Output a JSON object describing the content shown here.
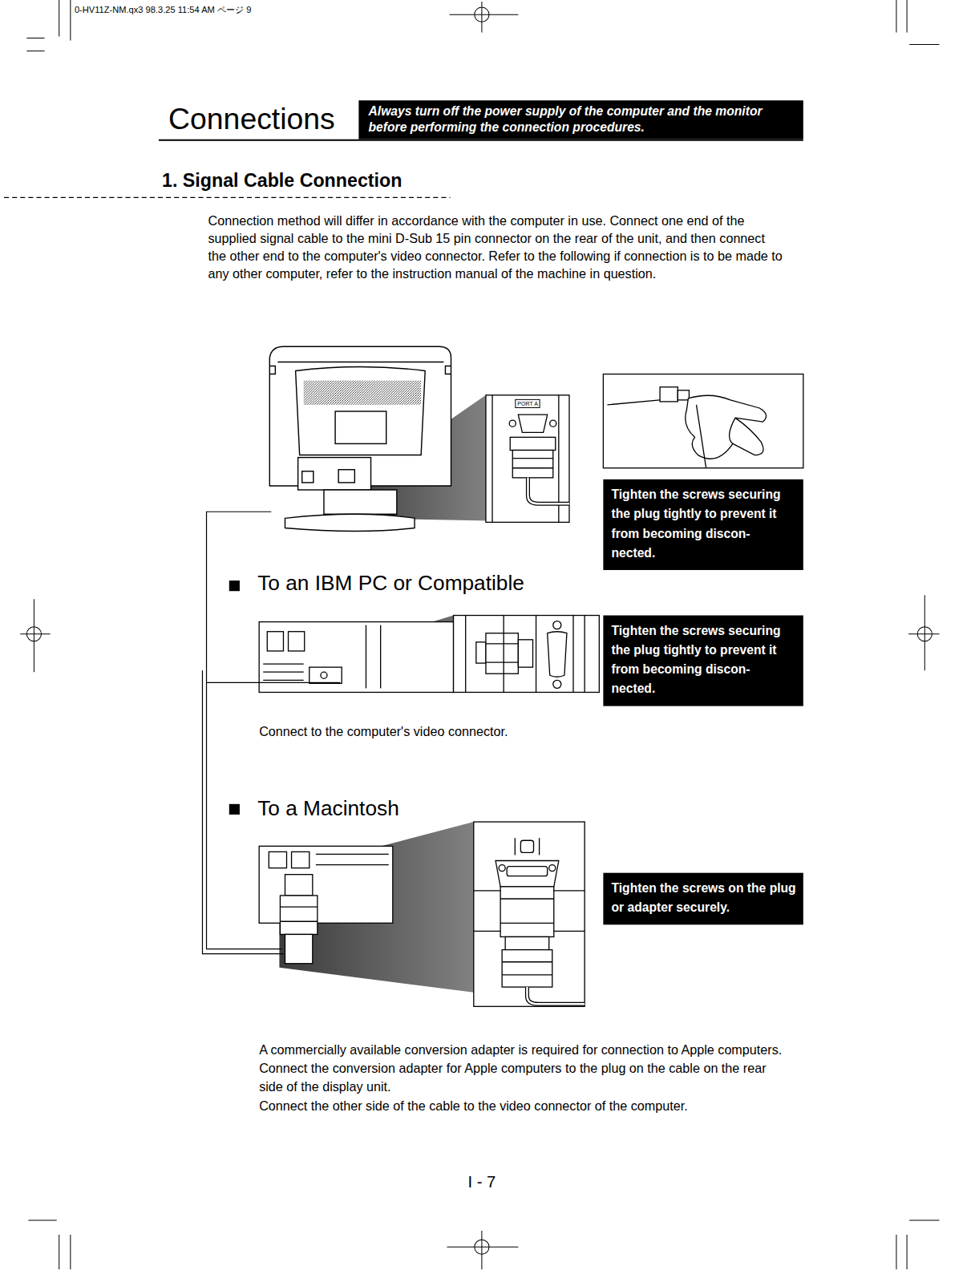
{
  "diagram": {
    "title": "Connections",
    "nodes": [
      {
        "text": [
          "Always turn off the power supply of the computer and the monitor before performing the connection procedures."
        ]
      },
      {
        "text": [
          "Tighten the screws securing the plug tightly to prevent it from becoming discon- nected."
        ]
      },
      {
        "text": [
          "Tighten the screws securing the plug tightly to prevent it from becoming discon- nected."
        ]
      },
      {
        "text": [
          "Tighten the screws on the plug or adapter securely."
        ]
      }
    ],
    "labels": [
      "0-HV11Z-NM.qx3 98.3.25 11:54 AM ページ 9",
      "1. Signal Cable Connection",
      "Connection method will differ in accordance with the computer in use. Connect one end of the supplied signal cable to the mini D-Sub 15 pin connector on the rear of the unit, and then connect the other end to the computer's video connector. Refer to the following if connection is to be made to any other computer, refer to the instruction manual of the machine in question.",
      "PORT A",
      "To an IBM PC or Compatible",
      "Connect to the computer's video connector.",
      "To a Macintosh",
      "A commercially available conversion adapter is required for connection to Apple computers.",
      "Connect the conversion adapter for Apple computers to the plug on the cable on the rear side of the display unit.",
      "Connect the other side of the cable to the video connector of the computer.",
      "I - 7"
    ]
  }
}
